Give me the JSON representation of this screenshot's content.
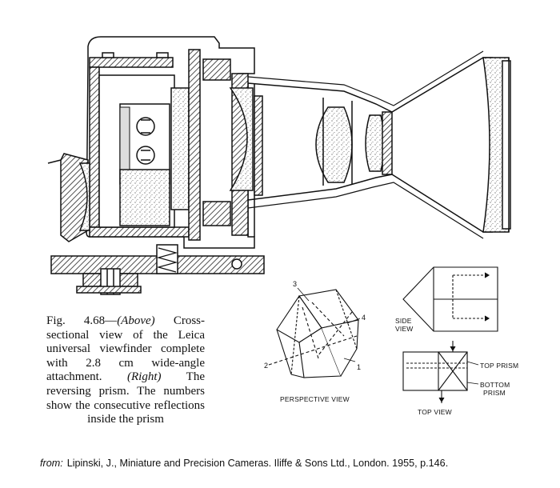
{
  "caption": {
    "fig": "Fig. 4.68—",
    "above": "(Above)",
    "part1": " Cross-sectional view of the Leica universal viewfinder complete with 2.8 cm wide-angle attachment. ",
    "right": "(Right)",
    "part2": " The reversing prism. The numbers show the consecutive reflections inside the prism"
  },
  "prism": {
    "perspective_label": "PERSPECTIVE VIEW",
    "side_label_1": "SIDE",
    "side_label_2": "VIEW",
    "top_view_label": "TOP VIEW",
    "top_prism_label": "TOP PRISM",
    "bottom_prism_label_1": "BOTTOM",
    "bottom_prism_label_2": "PRISM",
    "reflections": [
      "1",
      "2",
      "3",
      "4"
    ]
  },
  "citation": {
    "from": "from:",
    "text": "Lipinski, J., Miniature and Precision Cameras.  Iliffe & Sons Ltd., London. 1955, p.146."
  }
}
